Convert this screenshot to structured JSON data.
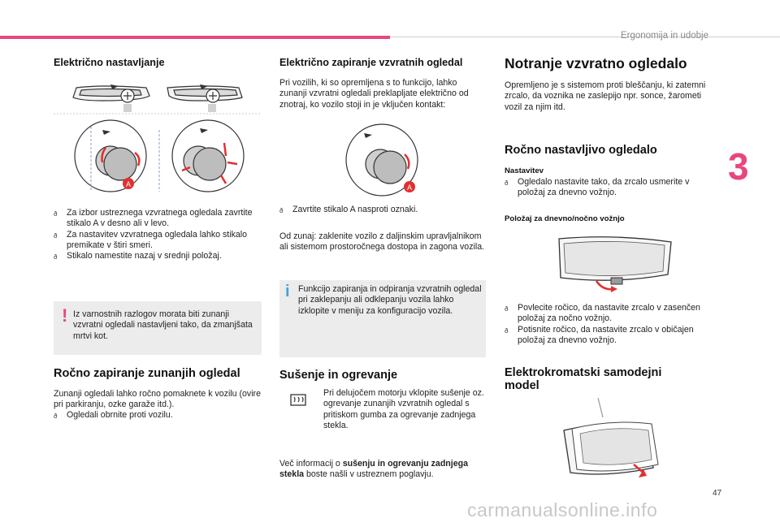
{
  "header": {
    "section_label": "Ergonomija in udobje",
    "chapter_number": "3",
    "page_number": "47"
  },
  "watermark": "carmanualsonline.info",
  "col1": {
    "title": "Električno nastavljanje",
    "bullets": [
      "Za izbor ustreznega vzvratnega ogledala zavrtite stikalo A v desno ali v levo.",
      "Za nastavitev vzvratnega ogledala lahko stikalo premikate v štiri smeri.",
      "Stikalo namestite nazaj v srednji položaj."
    ],
    "warning_text": "Iz varnostnih razlogov morata biti zunanji vzvratni ogledali nastavljeni tako, da zmanjšata mrtvi kot.",
    "manual_title": "Ročno zapiranje zunanjih ogledal",
    "manual_text": "Zunanji ogledali lahko ročno pomaknete k vozilu (ovire pri parkiranju, ozke garaže itd.).",
    "manual_bullet": "Ogledali obrnite proti vozilu.",
    "label_a": "A"
  },
  "col2": {
    "title": "Električno zapiranje vzvratnih ogledal",
    "intro": "Pri vozilih, ki so opremljena s to funkcijo, lahko zunanji vzvratni ogledali preklapljate električno od znotraj, ko vozilo stoji in je vključen kontakt:",
    "bullet": "Zavrtite stikalo A nasproti oznaki.",
    "para": "Od zunaj: zaklenite vozilo z daljinskim upravljalnikom ali sistemom prostoročnega dostopa in zagona vozila.",
    "info_text": "Funkcijo zapiranja in odpiranja vzvratnih ogledal pri zaklepanju ali odklepanju vozila lahko izklopite v meniju za konfiguracijo vozila.",
    "defrost_title": "Sušenje in ogrevanje",
    "defrost_text": "Pri delujočem motorju vklopite sušenje oz. ogrevanje zunanjih vzvratnih ogledal s pritiskom gumba za ogrevanje zadnjega stekla.",
    "more_prefix": "Več informacij o ",
    "more_bold": "sušenju in ogrevanju zadnjega stekla",
    "more_suffix": " boste našli v ustreznem poglavju.",
    "label_a": "A"
  },
  "col3": {
    "title": "Notranje vzvratno ogledalo",
    "intro": "Opremljeno je s sistemom proti bleščanju, ki zatemni zrcalo, da voznika ne zaslepijo npr. sonce, žarometi vozil za njim itd.",
    "manual_title": "Ročno nastavljivo ogledalo",
    "nastavitev_label": "Nastavitev",
    "nastavitev_bullet": "Ogledalo nastavite tako, da zrcalo usmerite v položaj za dnevno vožnjo.",
    "daynight_label": "Položaj za dnevno/nočno vožnjo",
    "daynight_bullets": [
      "Povlecite ročico, da nastavite zrcalo v zasenčen položaj za nočno vožnjo.",
      "Potisnite ročico, da nastavite zrcalo v običajen položaj za dnevno vožnjo."
    ],
    "auto_title": "Elektrokromatski samodejni model"
  }
}
